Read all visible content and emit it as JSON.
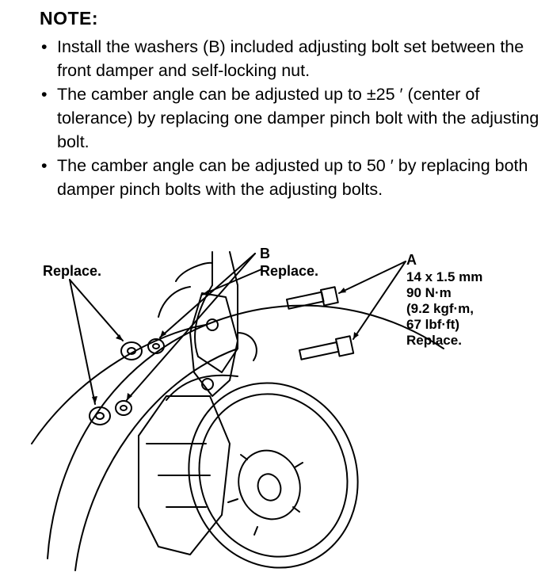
{
  "note": {
    "title": "NOTE:",
    "bullets": [
      "Install the washers (B) included adjusting bolt set between the front damper and self-locking nut.",
      "The camber angle can be adjusted up to ±25 ′ (center of tolerance) by replacing one damper pinch bolt with the adjusting bolt.",
      "The camber angle can be adjusted up to 50 ′ by replacing both damper pinch bolts with the adjusting bolts."
    ]
  },
  "figure": {
    "left_label": "Replace.",
    "b_letter": "B",
    "b_label": "Replace.",
    "a_letter": "A",
    "a_spec": [
      "14 x 1.5 mm",
      "90 N·m",
      "(9.2 kgf·m,",
      "67 lbf·ft)",
      "Replace."
    ]
  }
}
